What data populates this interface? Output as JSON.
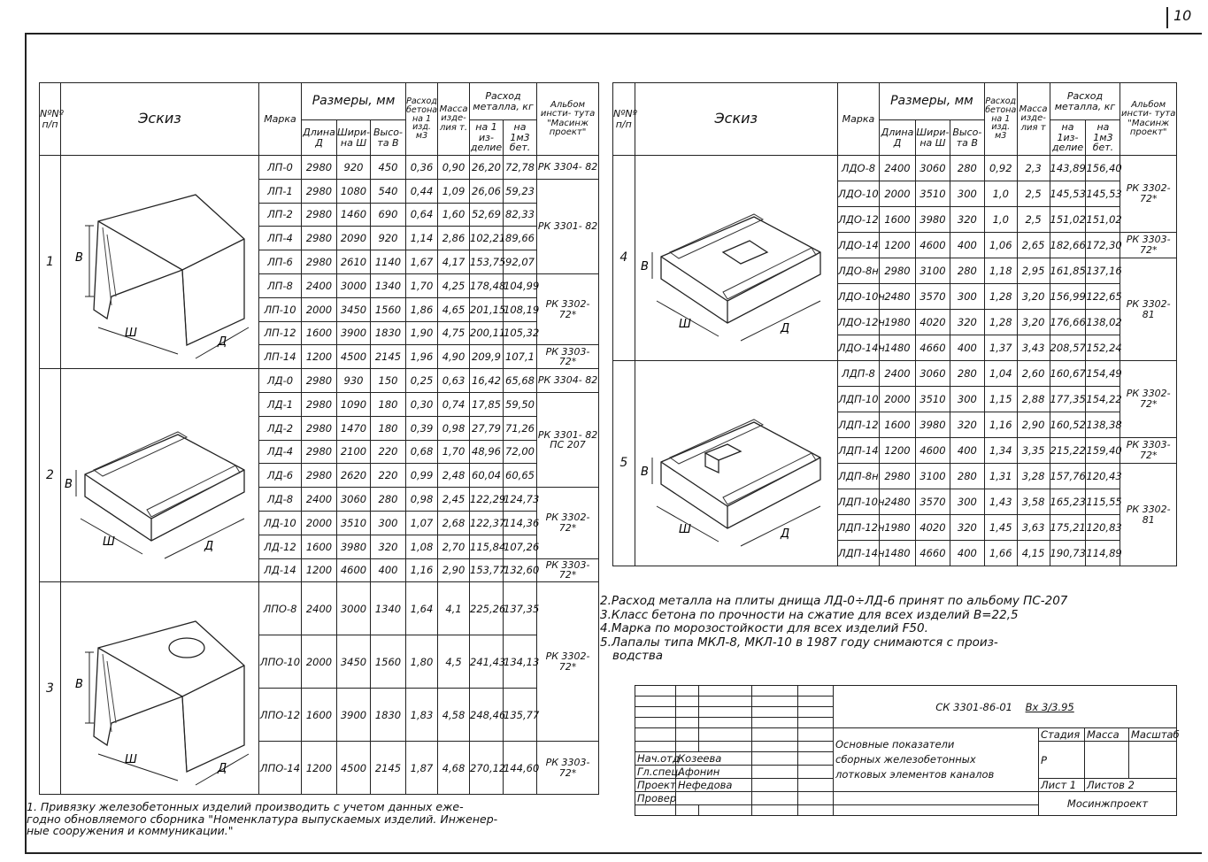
{
  "sheet_number": "10",
  "left_table": {
    "headers": {
      "num": "NºNº п/п",
      "sketch": "Эскиз",
      "mark": "Марка",
      "dims": "Размеры, мм",
      "length": "Длина Д",
      "width": "Шири- на Ш",
      "height": "Высо- та В",
      "concrete": "Расход бетона на 1 изд. м3",
      "mass": "Масса изде- лия т.",
      "metal": "Расход металла, кг",
      "metal_per_item": "на 1 из- делие",
      "metal_per_m3": "на 1м3 бет.",
      "album": "Альбом инсти- тута \"Масинж проект\""
    },
    "groups": [
      {
        "num": "1",
        "rows": [
          {
            "mark": "ЛП-0",
            "d": "2980",
            "w": "920",
            "h": "450",
            "c": "0,36",
            "m": "0,90",
            "mi": "26,20",
            "mb": "72,78"
          },
          {
            "mark": "ЛП-1",
            "d": "2980",
            "w": "1080",
            "h": "540",
            "c": "0,44",
            "m": "1,09",
            "mi": "26,06",
            "mb": "59,23"
          },
          {
            "mark": "ЛП-2",
            "d": "2980",
            "w": "1460",
            "h": "690",
            "c": "0,64",
            "m": "1,60",
            "mi": "52,69",
            "mb": "82,33"
          },
          {
            "mark": "ЛП-4",
            "d": "2980",
            "w": "2090",
            "h": "920",
            "c": "1,14",
            "m": "2,86",
            "mi": "102,21",
            "mb": "89,66"
          },
          {
            "mark": "ЛП-6",
            "d": "2980",
            "w": "2610",
            "h": "1140",
            "c": "1,67",
            "m": "4,17",
            "mi": "153,75",
            "mb": "92,07"
          },
          {
            "mark": "ЛП-8",
            "d": "2400",
            "w": "3000",
            "h": "1340",
            "c": "1,70",
            "m": "4,25",
            "mi": "178,48",
            "mb": "104,99"
          },
          {
            "mark": "ЛП-10",
            "d": "2000",
            "w": "3450",
            "h": "1560",
            "c": "1,86",
            "m": "4,65",
            "mi": "201,15",
            "mb": "108,19"
          },
          {
            "mark": "ЛП-12",
            "d": "1600",
            "w": "3900",
            "h": "1830",
            "c": "1,90",
            "m": "4,75",
            "mi": "200,11",
            "mb": "105,32"
          },
          {
            "mark": "ЛП-14",
            "d": "1200",
            "w": "4500",
            "h": "2145",
            "c": "1,96",
            "m": "4,90",
            "mi": "209,9",
            "mb": "107,1"
          }
        ],
        "albums": [
          {
            "text": "РК 3304- 82",
            "span": 1
          },
          {
            "text": "РК 3301- 82",
            "span": 4
          },
          {
            "text": "РК 3302- 72*",
            "span": 3
          },
          {
            "text": "РК 3303- 72*",
            "span": 1
          }
        ]
      },
      {
        "num": "2",
        "rows": [
          {
            "mark": "ЛД-0",
            "d": "2980",
            "w": "930",
            "h": "150",
            "c": "0,25",
            "m": "0,63",
            "mi": "16,42",
            "mb": "65,68"
          },
          {
            "mark": "ЛД-1",
            "d": "2980",
            "w": "1090",
            "h": "180",
            "c": "0,30",
            "m": "0,74",
            "mi": "17,85",
            "mb": "59,50"
          },
          {
            "mark": "ЛД-2",
            "d": "2980",
            "w": "1470",
            "h": "180",
            "c": "0,39",
            "m": "0,98",
            "mi": "27,79",
            "mb": "71,26"
          },
          {
            "mark": "ЛД-4",
            "d": "2980",
            "w": "2100",
            "h": "220",
            "c": "0,68",
            "m": "1,70",
            "mi": "48,96",
            "mb": "72,00"
          },
          {
            "mark": "ЛД-6",
            "d": "2980",
            "w": "2620",
            "h": "220",
            "c": "0,99",
            "m": "2,48",
            "mi": "60,04",
            "mb": "60,65"
          },
          {
            "mark": "ЛД-8",
            "d": "2400",
            "w": "3060",
            "h": "280",
            "c": "0,98",
            "m": "2,45",
            "mi": "122,29",
            "mb": "124,73"
          },
          {
            "mark": "ЛД-10",
            "d": "2000",
            "w": "3510",
            "h": "300",
            "c": "1,07",
            "m": "2,68",
            "mi": "122,37",
            "mb": "114,36"
          },
          {
            "mark": "ЛД-12",
            "d": "1600",
            "w": "3980",
            "h": "320",
            "c": "1,08",
            "m": "2,70",
            "mi": "115,84",
            "mb": "107,26"
          },
          {
            "mark": "ЛД-14",
            "d": "1200",
            "w": "4600",
            "h": "400",
            "c": "1,16",
            "m": "2,90",
            "mi": "153,77",
            "mb": "132,60"
          }
        ],
        "albums": [
          {
            "text": "РК 3304- 82",
            "span": 1
          },
          {
            "text": "РК 3301- 82 ПС 207",
            "span": 4
          },
          {
            "text": "РК 3302- 72*",
            "span": 3
          },
          {
            "text": "РК 3303- 72*",
            "span": 1
          }
        ]
      },
      {
        "num": "3",
        "rows": [
          {
            "mark": "ЛПО-8",
            "d": "2400",
            "w": "3000",
            "h": "1340",
            "c": "1,64",
            "m": "4,1",
            "mi": "225,26",
            "mb": "137,35"
          },
          {
            "mark": "ЛПО-10",
            "d": "2000",
            "w": "3450",
            "h": "1560",
            "c": "1,80",
            "m": "4,5",
            "mi": "241,43",
            "mb": "134,13"
          },
          {
            "mark": "ЛПО-12",
            "d": "1600",
            "w": "3900",
            "h": "1830",
            "c": "1,83",
            "m": "4,58",
            "mi": "248,46",
            "mb": "135,77"
          },
          {
            "mark": "ЛПО-14",
            "d": "1200",
            "w": "4500",
            "h": "2145",
            "c": "1,87",
            "m": "4,68",
            "mi": "270,12",
            "mb": "144,60"
          }
        ],
        "albums": [
          {
            "text": "РК 3302- 72*",
            "span": 3
          },
          {
            "text": "РК 3303- 72*",
            "span": 1
          }
        ]
      }
    ]
  },
  "right_table": {
    "headers": {
      "num": "NºNº п/п",
      "sketch": "Эскиз",
      "mark": "Марка",
      "dims": "Размеры, мм",
      "length": "Длина Д",
      "width": "Шири- на Ш",
      "height": "Высо- та В",
      "concrete": "Расход бетона на 1 изд. м3",
      "mass": "Масса изде- лия т",
      "metal": "Расход металла, кг",
      "metal_per_item": "на 1из- делие",
      "metal_per_m3": "на 1м3 бет.",
      "album": "Альбом инсти- тута \"Масинж проект\""
    },
    "groups": [
      {
        "num": "4",
        "rows": [
          {
            "mark": "ЛДО-8",
            "d": "2400",
            "w": "3060",
            "h": "280",
            "c": "0,92",
            "m": "2,3",
            "mi": "143,89",
            "mb": "156,40"
          },
          {
            "mark": "ЛДО-10",
            "d": "2000",
            "w": "3510",
            "h": "300",
            "c": "1,0",
            "m": "2,5",
            "mi": "145,53",
            "mb": "145,53"
          },
          {
            "mark": "ЛДО-12",
            "d": "1600",
            "w": "3980",
            "h": "320",
            "c": "1,0",
            "m": "2,5",
            "mi": "151,02",
            "mb": "151,02"
          },
          {
            "mark": "ЛДО-14",
            "d": "1200",
            "w": "4600",
            "h": "400",
            "c": "1,06",
            "m": "2,65",
            "mi": "182,66",
            "mb": "172,30"
          },
          {
            "mark": "ЛДО-8н",
            "d": "2980",
            "w": "3100",
            "h": "280",
            "c": "1,18",
            "m": "2,95",
            "mi": "161,85",
            "mb": "137,16"
          },
          {
            "mark": "ЛДО-10н",
            "d": "2480",
            "w": "3570",
            "h": "300",
            "c": "1,28",
            "m": "3,20",
            "mi": "156,99",
            "mb": "122,65"
          },
          {
            "mark": "ЛДО-12н",
            "d": "1980",
            "w": "4020",
            "h": "320",
            "c": "1,28",
            "m": "3,20",
            "mi": "176,66",
            "mb": "138,02"
          },
          {
            "mark": "ЛДО-14н",
            "d": "1480",
            "w": "4660",
            "h": "400",
            "c": "1,37",
            "m": "3,43",
            "mi": "208,57",
            "mb": "152,24"
          }
        ],
        "albums": [
          {
            "text": "РК 3302- 72*",
            "span": 3
          },
          {
            "text": "РК 3303- 72*",
            "span": 1
          },
          {
            "text": "РК 3302- 81",
            "span": 4
          }
        ]
      },
      {
        "num": "5",
        "rows": [
          {
            "mark": "ЛДП-8",
            "d": "2400",
            "w": "3060",
            "h": "280",
            "c": "1,04",
            "m": "2,60",
            "mi": "160,67",
            "mb": "154,49"
          },
          {
            "mark": "ЛДП-10",
            "d": "2000",
            "w": "3510",
            "h": "300",
            "c": "1,15",
            "m": "2,88",
            "mi": "177,35",
            "mb": "154,22"
          },
          {
            "mark": "ЛДП-12",
            "d": "1600",
            "w": "3980",
            "h": "320",
            "c": "1,16",
            "m": "2,90",
            "mi": "160,52",
            "mb": "138,38"
          },
          {
            "mark": "ЛДП-14",
            "d": "1200",
            "w": "4600",
            "h": "400",
            "c": "1,34",
            "m": "3,35",
            "mi": "215,22",
            "mb": "159,40"
          },
          {
            "mark": "ЛДП-8н",
            "d": "2980",
            "w": "3100",
            "h": "280",
            "c": "1,31",
            "m": "3,28",
            "mi": "157,76",
            "mb": "120,43"
          },
          {
            "mark": "ЛДП-10н",
            "d": "2480",
            "w": "3570",
            "h": "300",
            "c": "1,43",
            "m": "3,58",
            "mi": "165,23",
            "mb": "115,55"
          },
          {
            "mark": "ЛДП-12н",
            "d": "1980",
            "w": "4020",
            "h": "320",
            "c": "1,45",
            "m": "3,63",
            "mi": "175,21",
            "mb": "120,83"
          },
          {
            "mark": "ЛДП-14н",
            "d": "1480",
            "w": "4660",
            "h": "400",
            "c": "1,66",
            "m": "4,15",
            "mi": "190,73",
            "mb": "114,89"
          }
        ],
        "albums": [
          {
            "text": "РК 3302- 72*",
            "span": 3
          },
          {
            "text": "РК 3303- 72*",
            "span": 1
          },
          {
            "text": "РК 3302- 81",
            "span": 4
          }
        ]
      }
    ]
  },
  "sketch_labels": {
    "b": "В",
    "w": "Ш",
    "d": "Д"
  },
  "notes": [
    "2.Расход металла на плиты днища ЛД-0÷ЛД-6 принят по альбому ПС-207",
    "3.Класс бетона по прочности на сжатие для всех изделий В=22,5",
    "4.Марка по морозостойкости для всех изделий F50.",
    "5.Лапалы типа МКЛ-8, МКЛ-10 в 1987 году снимаются с произ-",
    "водства"
  ],
  "footnote": [
    "1. Привязку железобетонных изделий производить с учетом данных еже-",
    "годно обновляемого сборника \"Номенклатура выпускаемых изделий. Инженер-",
    "ные сооружения и коммуникации.\""
  ],
  "stamp": {
    "code": "СК 3301-86-01",
    "handwritten": "Вх 3/3.95",
    "title_1": "Основные показатели",
    "title_2": "сборных железобетонных",
    "title_3": "лотковых элементов каналов",
    "stage_label": "Стадия",
    "mass_label": "Масса",
    "scale_label": "Масштаб",
    "stage_value": "Р",
    "sheet_label": "Лист 1",
    "sheets_label": "Листов 2",
    "org": "Мосинжпроект",
    "roles": [
      {
        "role": "Нач.отд",
        "name": "Козеева"
      },
      {
        "role": "Гл.спец.",
        "name": "Афонин"
      },
      {
        "role": "Проект",
        "name": "Нефедова"
      },
      {
        "role": "Провер",
        "name": ""
      }
    ]
  }
}
